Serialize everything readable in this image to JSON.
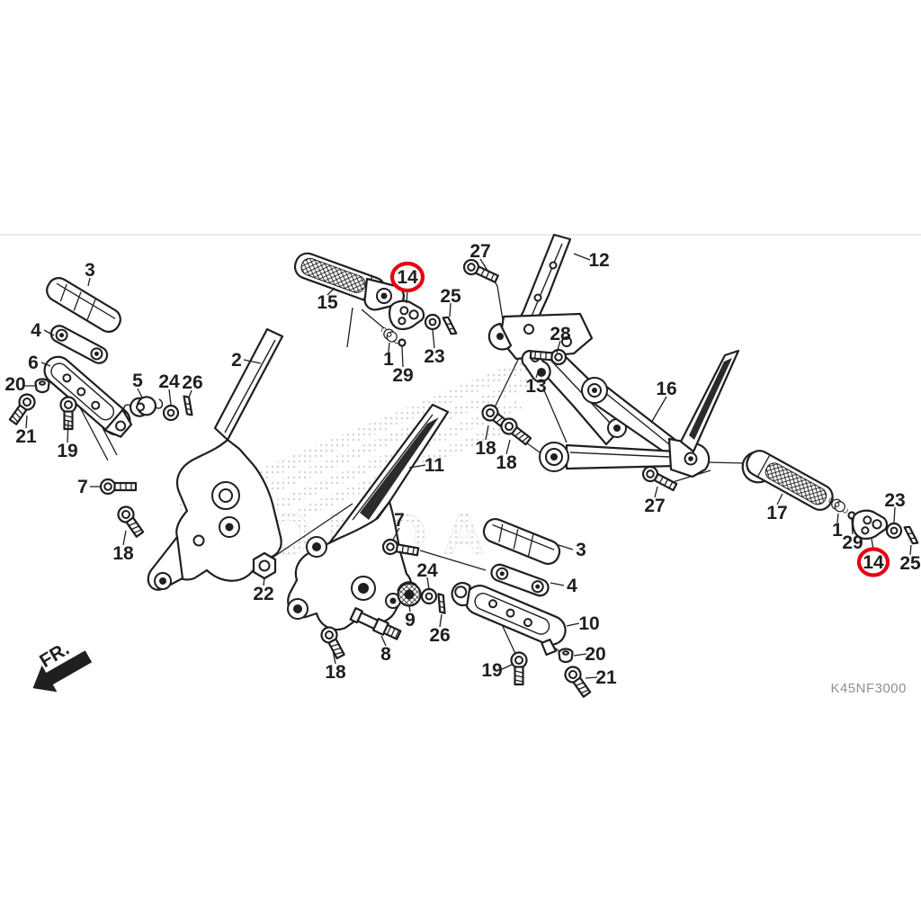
{
  "diagram": {
    "code": "K45NF3000",
    "direction_label": "FR.",
    "watermark_text": "HONDA",
    "colors": {
      "line": "#1f1f1f",
      "highlight_red": "#e60012",
      "code_text": "#8f8f8f",
      "watermark": "#c3c3c3"
    },
    "highlighted_parts": [
      "14",
      "14"
    ]
  },
  "callouts": [
    {
      "label": "3"
    },
    {
      "label": "4"
    },
    {
      "label": "6"
    },
    {
      "label": "20"
    },
    {
      "label": "21"
    },
    {
      "label": "19"
    },
    {
      "label": "5"
    },
    {
      "label": "24"
    },
    {
      "label": "26"
    },
    {
      "label": "2"
    },
    {
      "label": "7"
    },
    {
      "label": "18"
    },
    {
      "label": "15"
    },
    {
      "label": "14",
      "circled": true
    },
    {
      "label": "25"
    },
    {
      "label": "23"
    },
    {
      "label": "1"
    },
    {
      "label": "29"
    },
    {
      "label": "27"
    },
    {
      "label": "12"
    },
    {
      "label": "28"
    },
    {
      "label": "13"
    },
    {
      "label": "18"
    },
    {
      "label": "18"
    },
    {
      "label": "16"
    },
    {
      "label": "11"
    },
    {
      "label": "27"
    },
    {
      "label": "17"
    },
    {
      "label": "1"
    },
    {
      "label": "29"
    },
    {
      "label": "23"
    },
    {
      "label": "14",
      "circled": true
    },
    {
      "label": "25"
    },
    {
      "label": "22"
    },
    {
      "label": "7"
    },
    {
      "label": "24"
    },
    {
      "label": "9"
    },
    {
      "label": "26"
    },
    {
      "label": "8"
    },
    {
      "label": "18"
    },
    {
      "label": "3"
    },
    {
      "label": "4"
    },
    {
      "label": "10"
    },
    {
      "label": "20"
    },
    {
      "label": "19"
    },
    {
      "label": "21"
    }
  ]
}
